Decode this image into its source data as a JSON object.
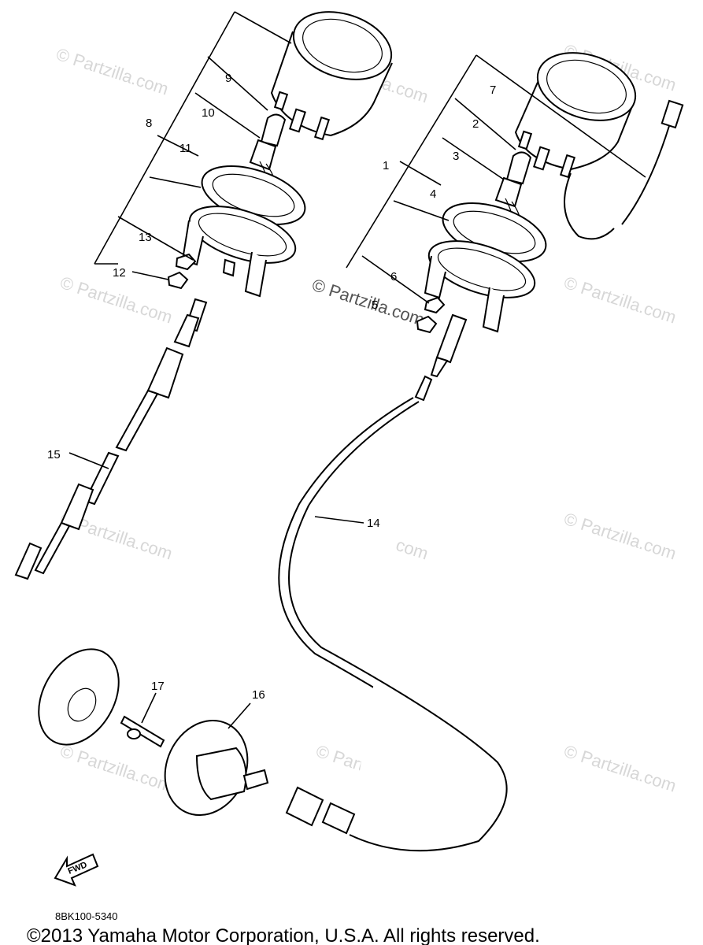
{
  "diagram": {
    "callouts": [
      "1",
      "2",
      "3",
      "4",
      "5",
      "6",
      "7",
      "8",
      "9",
      "10",
      "11",
      "12",
      "13",
      "14",
      "15",
      "16",
      "17"
    ],
    "watermark_text": "© Partzilla.com",
    "direction_label": "FWD",
    "figure_code": "8BK100-5340",
    "copyright": "©2013  Yamaha Motor Corporation, U.S.A. All rights reserved."
  },
  "colors": {
    "line": "#000000",
    "watermark": "#d7d7d7",
    "background": "#ffffff"
  }
}
